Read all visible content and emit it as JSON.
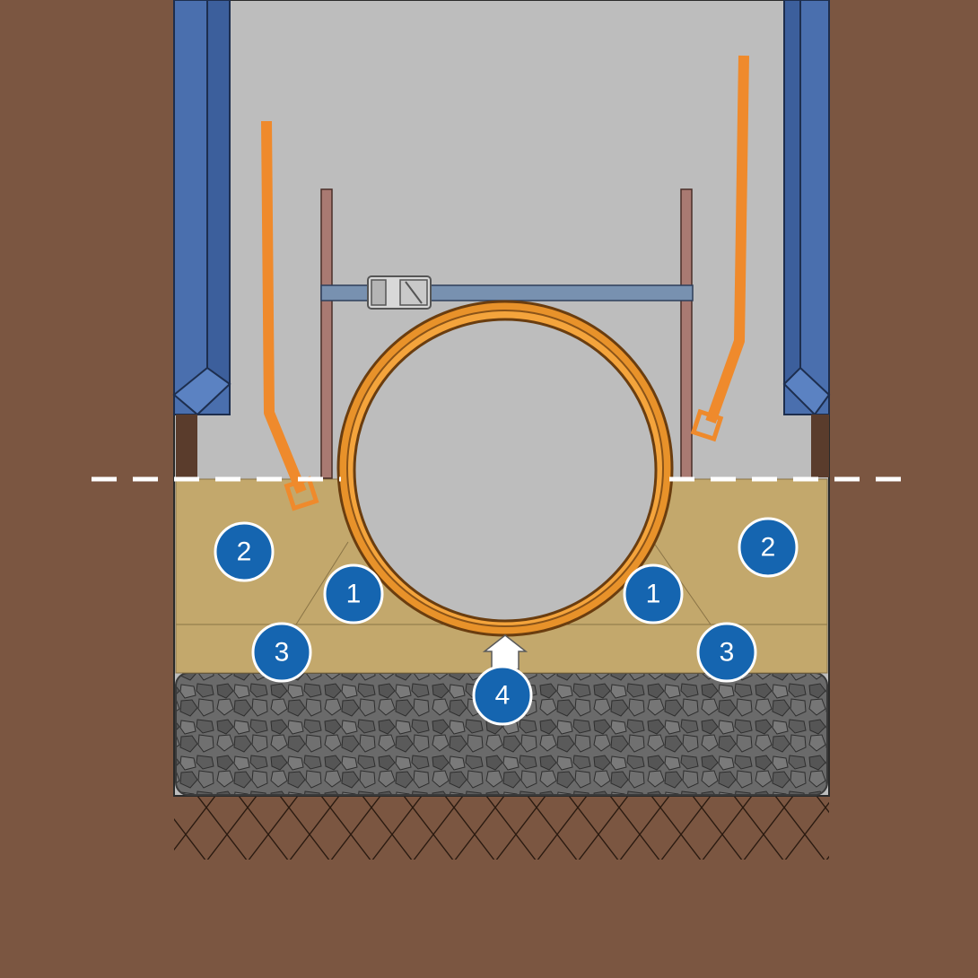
{
  "colors": {
    "soil": "#7b5641",
    "trench_interior": "#bdbdbd",
    "sand": "#c3a86c",
    "gravel": "#6a6a6a",
    "shoring": "#4a6fae",
    "pipe": "#e8922a",
    "sling": "#ef8a2c",
    "strut_post": "#a97a72",
    "strut_beam": "#7891b0",
    "badge": "#1565b0"
  },
  "icons": {
    "ratchet": "ratchet-buckle-icon",
    "arrow": "arrow-up-icon"
  },
  "labels": {
    "b1_left": "1",
    "b1_right": "1",
    "b2_left": "2",
    "b2_right": "2",
    "b3_left": "3",
    "b3_right": "3",
    "b4": "4"
  }
}
